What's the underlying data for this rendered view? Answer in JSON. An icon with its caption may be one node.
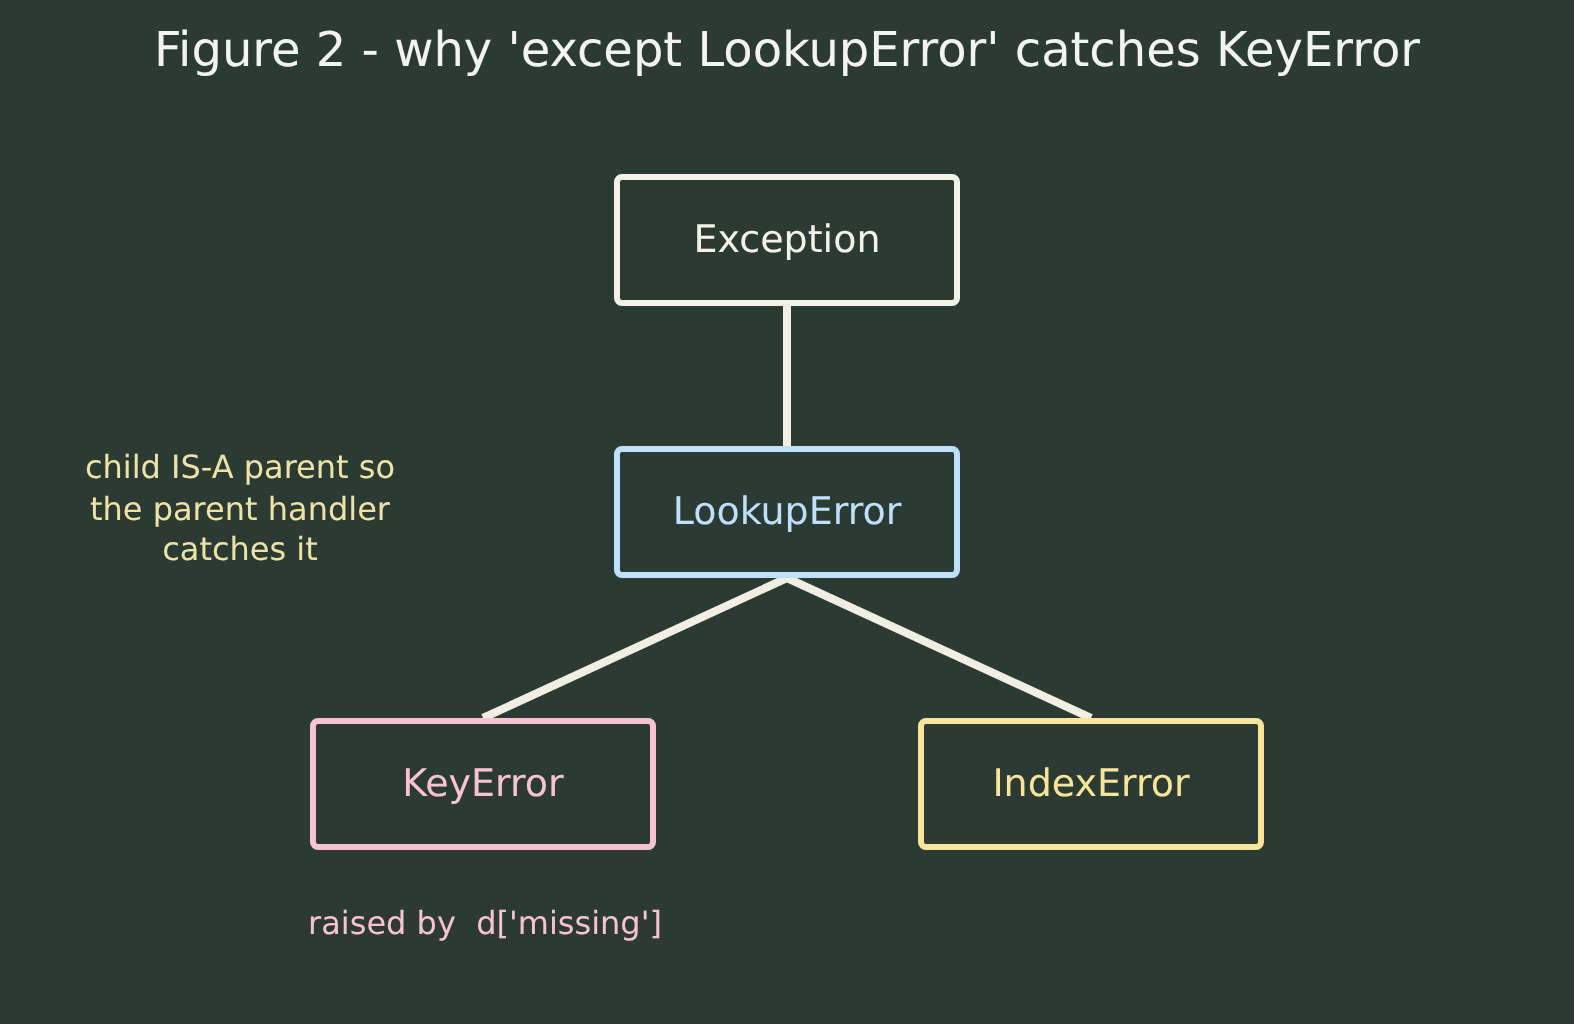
{
  "diagram": {
    "title": "Figure 2 - why 'except LookupError' catches KeyError",
    "nodes": [
      {
        "text": [
          "Exception"
        ]
      },
      {
        "text": [
          "LookupError"
        ]
      },
      {
        "text": [
          "KeyError"
        ],
        "beside": [
          "raised by  d['missing']"
        ]
      },
      {
        "text": [
          "IndexError"
        ]
      }
    ],
    "edges": [
      {
        "from": 0,
        "to": 1,
        "arrow": "none"
      },
      {
        "from": 1,
        "to": 2,
        "arrow": "none"
      },
      {
        "from": 1,
        "to": 3,
        "arrow": "none"
      }
    ],
    "labels": [
      "child IS-A parent so the parent handler catches it"
    ]
  }
}
